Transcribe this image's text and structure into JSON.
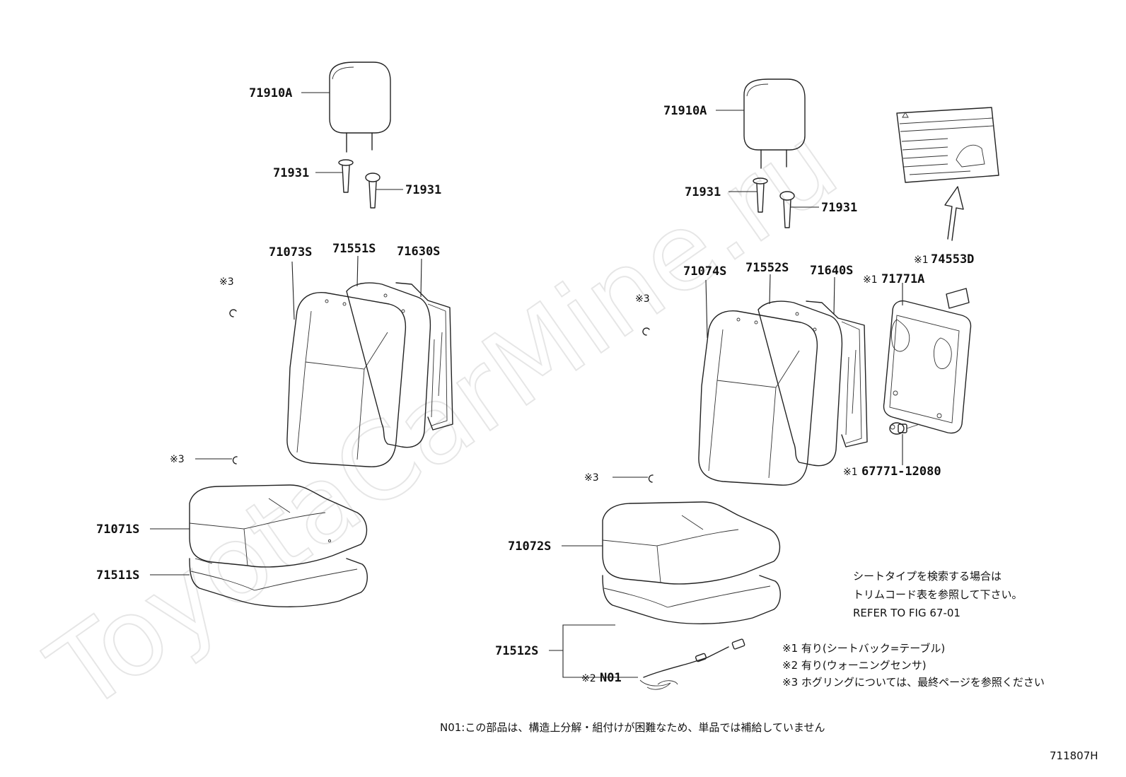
{
  "watermark": "ToyotaCarMine.ru",
  "figure_code": "711807H",
  "left_seat": {
    "headrest": "71910A",
    "support_left": "71931",
    "support_right": "71931",
    "back_cover": "71073S",
    "back_pad": "71551S",
    "back_frame": "71630S",
    "ring_mark_upper": "※3",
    "ring_mark_lower": "※3",
    "cushion_cover": "71071S",
    "cushion_pad": "71511S"
  },
  "right_seat": {
    "headrest": "71910A",
    "support_left": "71931",
    "support_right": "71931",
    "back_cover": "71074S",
    "back_pad": "71552S",
    "back_frame": "71640S",
    "board_prefix": "※1",
    "board": "71771A",
    "label_prefix": "※1",
    "label": "74553D",
    "knob_prefix": "※1",
    "knob": "67771-12080",
    "ring_mark_upper": "※3",
    "ring_mark_lower": "※3",
    "cushion_cover": "71072S",
    "cushion_pad": "71512S",
    "sensor_prefix": "※2",
    "sensor": "N01"
  },
  "notes": {
    "search_line1": "シートタイプを検索する場合は",
    "search_line2": "トリムコード表を参照して下さい。",
    "refer": "REFER TO FIG 67-01",
    "note1": "※1  有り(シートバック=テーブル)",
    "note2": "※2  有り(ウォーニングセンサ)",
    "note3": "※3  ホグリングについては、最終ページを参照ください",
    "n01": "N01:この部品は、構造上分解・組付けが困難なため、単品では補給していません"
  }
}
